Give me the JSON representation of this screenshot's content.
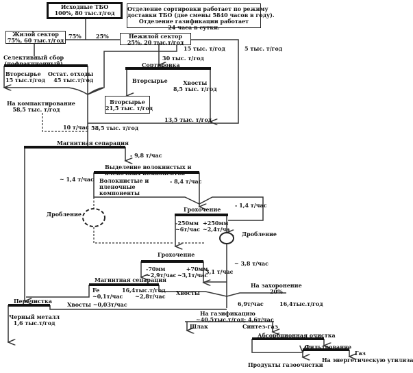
{
  "source": {
    "title": "Исходные ТБО",
    "value": "100%, 80 тыс.т/год"
  },
  "note": {
    "line1": "Отделение сортировки работает по режиму",
    "line2": "доставки ТБО (две смены 5840 часов в году).",
    "line3": "Отделение газификации работает",
    "line4": "24 часа в сутки."
  },
  "residential": {
    "title": "Жилой сектор",
    "value": "75%, 60 тыс.т/год",
    "share": "75%"
  },
  "nonresidential": {
    "title": "Нежилой сектор",
    "value": "25%, 20 тыс.т/год",
    "share": "25%"
  },
  "flows": {
    "f15": "15 тыс. т/год",
    "f5": "5 тыс. т/год",
    "f30": "30 тыс. т/год",
    "f135": "13,5 тыс. т/год",
    "f585": "58,5 тыс. т/год",
    "f10": "10 т/час"
  },
  "selective": {
    "title1": "Селективный сбор",
    "title2": "(пофракционный)",
    "recyc": "Вторсырье",
    "recyc_val": "15 тыс.т/год",
    "rest": "Остат. отходы",
    "rest_val": "45 тыс.т/год"
  },
  "compaction": {
    "line1": "На компактирование",
    "line2": "58,5 тыс. т/год"
  },
  "sorting": {
    "title": "Сортировка",
    "recyc": "Вторсырье",
    "tails": "Хвосты",
    "tails_val": "8,5 тыс. т/год",
    "box_title": "Вторсырье",
    "box_val": "21,5 тыс. т/год"
  },
  "mag1": {
    "title": "Магнитная сепарация",
    "flow": "- 9,8 т/час"
  },
  "fiber": {
    "title1": "Выделение волокнистых и",
    "title2": "пленочных компонентов",
    "c1": "Волокнистые и",
    "c2": "пленочные",
    "c3": "компоненты",
    "flow_right": "- 8,4 т/час",
    "flow_left": "~ 1,4 т/час"
  },
  "crush1": "Дробление",
  "screen1": {
    "title": "Грохочение",
    "minus": "-250мм",
    "minus_rate": "~6т/час",
    "plus": "+250мм",
    "plus_rate": "~2,4т/ча",
    "return": "- 1,4 т/час"
  },
  "crush2": "Дробление",
  "flow38": "~ 3,8 т/час",
  "screen2": {
    "title": "Грохочение",
    "minus": "-70мм",
    "minus_rate": "~2,9т/час",
    "plus": "+70мм",
    "plus_rate": "~3,1т/час",
    "flow31": "3,1 т/час"
  },
  "mag2": {
    "title": "Магнитная сепарация",
    "fe": "Fe",
    "fe_rate": "~0,1т/час",
    "rest": "16,4тыс.т/год",
    "rest_rate": "~2,8т/час",
    "tails": "Хвосты"
  },
  "cleaning": {
    "title": "Перечистка",
    "tails": "Хвосты ~0,03т/час",
    "metal": "Черный металл",
    "metal_val": "1,6 тыс.т/год"
  },
  "landfill": {
    "title": "На захоронение",
    "pct": "20%",
    "rate": "6,9т/час",
    "val": "16,4тыс.т/год"
  },
  "gasif": {
    "title": "На газификацию",
    "val": "~40,5тыс.т/год;  4,6т/час",
    "slag": "Шлак",
    "syngas": "Синтез-газ"
  },
  "absorb": "Абсорбционная очистка",
  "filter": {
    "title": "Фильтрование",
    "gas": "Газ"
  },
  "outputs": {
    "products": "Продукты газоочистки",
    "energy": "На энергетическую утилизацию"
  }
}
